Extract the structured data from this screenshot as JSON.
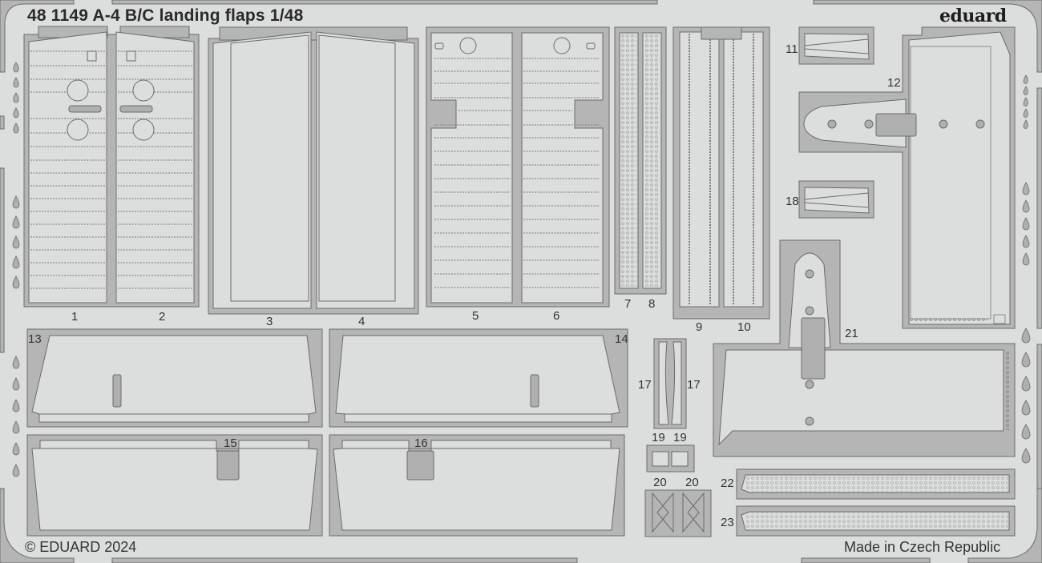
{
  "sheet": {
    "title": "48 1149  A-4 B/C landing flaps 1/48",
    "brand": "eduard",
    "copyright": "© EDUARD 2024",
    "origin": "Made in Czech Republic"
  },
  "colors": {
    "background": "#dcdedd",
    "frame": "#b4b5b4",
    "outline": "#6a6b6a",
    "part": "#dcdedd",
    "etched": "#aeafae",
    "text": "#333333"
  },
  "part_labels": [
    {
      "id": "1",
      "text": "1"
    },
    {
      "id": "2",
      "text": "2"
    },
    {
      "id": "3",
      "text": "3"
    },
    {
      "id": "4",
      "text": "4"
    },
    {
      "id": "5",
      "text": "5"
    },
    {
      "id": "6",
      "text": "6"
    },
    {
      "id": "7",
      "text": "7"
    },
    {
      "id": "8",
      "text": "8"
    },
    {
      "id": "9",
      "text": "9"
    },
    {
      "id": "10",
      "text": "10"
    },
    {
      "id": "11",
      "text": "11"
    },
    {
      "id": "12",
      "text": "12"
    },
    {
      "id": "13",
      "text": "13"
    },
    {
      "id": "14",
      "text": "14"
    },
    {
      "id": "15",
      "text": "15"
    },
    {
      "id": "16",
      "text": "16"
    },
    {
      "id": "17a",
      "text": "17"
    },
    {
      "id": "17b",
      "text": "17"
    },
    {
      "id": "18",
      "text": "18"
    },
    {
      "id": "19a",
      "text": "19"
    },
    {
      "id": "19b",
      "text": "19"
    },
    {
      "id": "20a",
      "text": "20"
    },
    {
      "id": "20b",
      "text": "20"
    },
    {
      "id": "21",
      "text": "21"
    },
    {
      "id": "22",
      "text": "22"
    },
    {
      "id": "23",
      "text": "23"
    }
  ]
}
